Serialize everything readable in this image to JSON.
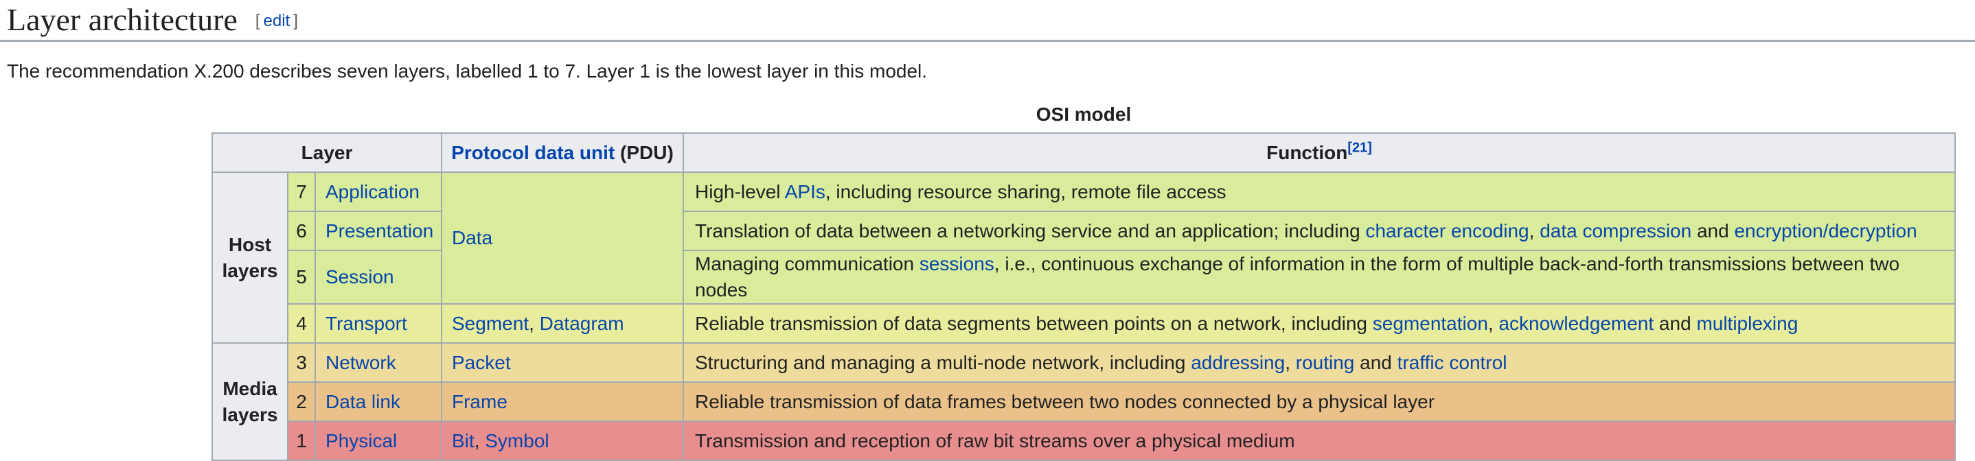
{
  "page": {
    "heading": "Layer architecture",
    "edit_bracket_open": "[",
    "edit_label": "edit",
    "edit_bracket_close": "]",
    "intro": "The recommendation X.200 describes seven layers, labelled 1 to 7. Layer 1 is the lowest layer in this model."
  },
  "colors": {
    "link": "#0645ad",
    "border": "#a2a9b1",
    "header_bg": "#eaecf0",
    "text": "#202122",
    "edit_bracket": "#54595d",
    "host_layers_green": "#d8ec9b",
    "transport_yellow_green": "#e7ed9c",
    "network_tan": "#eddc9c",
    "data_link_orange": "#e9c189",
    "physical_red": "#e88e8e"
  },
  "table": {
    "caption": "OSI model",
    "headers": {
      "layer": "Layer",
      "pdu_link": "Protocol data unit",
      "pdu_suffix": " (PDU)",
      "function": "Function",
      "function_ref": "[21]"
    },
    "groups": [
      {
        "line1": "Host",
        "line2": "layers"
      },
      {
        "line1": "Media",
        "line2": "layers"
      }
    ],
    "rows": [
      {
        "number": "7",
        "name": "Application",
        "color": "#d8ec9b",
        "pdu": [
          {
            "t": "Data",
            "link": true,
            "name": "link-data"
          }
        ],
        "function": [
          {
            "t": "High-level "
          },
          {
            "t": "APIs",
            "link": true,
            "name": "link-apis"
          },
          {
            "t": ", including resource sharing, remote file access"
          }
        ]
      },
      {
        "number": "6",
        "name": "Presentation",
        "color": "#d8ec9b",
        "function": [
          {
            "t": "Translation of data between a networking service and an application; including "
          },
          {
            "t": "character encoding",
            "link": true,
            "name": "link-character-encoding"
          },
          {
            "t": ", "
          },
          {
            "t": "data compression",
            "link": true,
            "name": "link-data-compression"
          },
          {
            "t": " and "
          },
          {
            "t": "encryption/decryption",
            "link": true,
            "name": "link-encryption-decryption"
          }
        ]
      },
      {
        "number": "5",
        "name": "Session",
        "color": "#d8ec9b",
        "function": [
          {
            "t": "Managing communication "
          },
          {
            "t": "sessions",
            "link": true,
            "name": "link-sessions"
          },
          {
            "t": ", i.e., continuous exchange of information in the form of multiple back-and-forth transmissions between two nodes"
          }
        ]
      },
      {
        "number": "4",
        "name": "Transport",
        "color": "#e7ed9c",
        "pdu": [
          {
            "t": "Segment",
            "link": true,
            "name": "link-segment"
          },
          {
            "t": ", "
          },
          {
            "t": "Datagram",
            "link": true,
            "name": "link-datagram"
          }
        ],
        "function": [
          {
            "t": "Reliable transmission of data segments between points on a network, including "
          },
          {
            "t": "segmentation",
            "link": true,
            "name": "link-segmentation"
          },
          {
            "t": ", "
          },
          {
            "t": "acknowledgement",
            "link": true,
            "name": "link-acknowledgement"
          },
          {
            "t": " and "
          },
          {
            "t": "multiplexing",
            "link": true,
            "name": "link-multiplexing"
          }
        ]
      },
      {
        "number": "3",
        "name": "Network",
        "color": "#eddc9c",
        "pdu": [
          {
            "t": "Packet",
            "link": true,
            "name": "link-packet"
          }
        ],
        "function": [
          {
            "t": "Structuring and managing a multi-node network, including "
          },
          {
            "t": "addressing",
            "link": true,
            "name": "link-addressing"
          },
          {
            "t": ", "
          },
          {
            "t": "routing",
            "link": true,
            "name": "link-routing"
          },
          {
            "t": " and "
          },
          {
            "t": "traffic control",
            "link": true,
            "name": "link-traffic-control"
          }
        ]
      },
      {
        "number": "2",
        "name": "Data link",
        "color": "#e9c189",
        "pdu": [
          {
            "t": "Frame",
            "link": true,
            "name": "link-frame"
          }
        ],
        "function": [
          {
            "t": "Reliable transmission of data frames between two nodes connected by a physical layer"
          }
        ]
      },
      {
        "number": "1",
        "name": "Physical",
        "color": "#e88e8e",
        "pdu": [
          {
            "t": "Bit",
            "link": true,
            "name": "link-bit"
          },
          {
            "t": ", "
          },
          {
            "t": "Symbol",
            "link": true,
            "name": "link-symbol"
          }
        ],
        "function": [
          {
            "t": "Transmission and reception of raw bit streams over a physical medium"
          }
        ]
      }
    ]
  }
}
